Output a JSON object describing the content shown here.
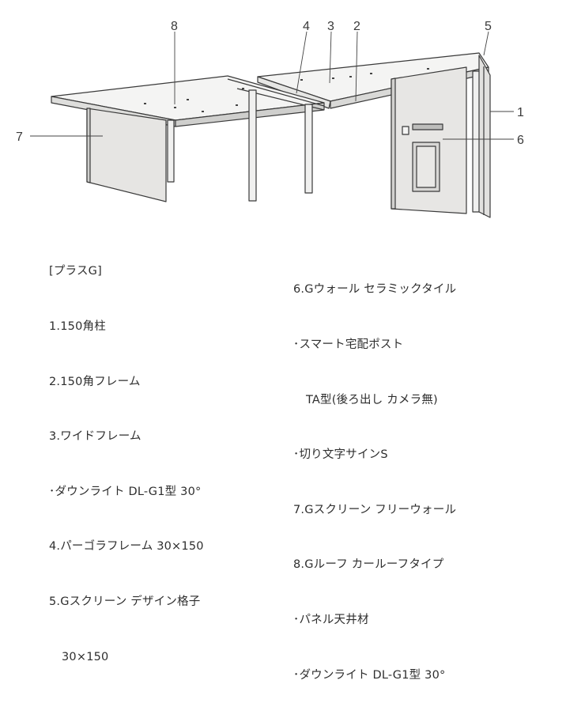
{
  "callouts": {
    "n1": "1",
    "n2": "2",
    "n3": "3",
    "n4": "4",
    "n5": "5",
    "n6": "6",
    "n7": "7",
    "n8": "8"
  },
  "legend_left": [
    "[プラスG]",
    "1.150角柱",
    "2.150角フレーム",
    "3.ワイドフレーム",
    "･ダウンライト DL-G1型 30°",
    "4.パーゴラフレーム 30×150",
    "5.Gスクリーン デザイン格子",
    "30×150"
  ],
  "legend_right": [
    "6.Gウォール セラミックタイル",
    "･スマート宅配ポスト",
    "TA型(後ろ出し カメラ無)",
    "･切り文字サインS",
    "7.Gスクリーン フリーウォール",
    "8.Gルーフ カールーフタイプ",
    "･パネル天井材",
    "･ダウンライト DL-G1型 30°"
  ],
  "colors": {
    "line": "#3a3a3a",
    "panel": "#e9e8e6",
    "roof_top": "#f3f3f2",
    "wall": "#e2e1df",
    "dark": "#555555"
  }
}
